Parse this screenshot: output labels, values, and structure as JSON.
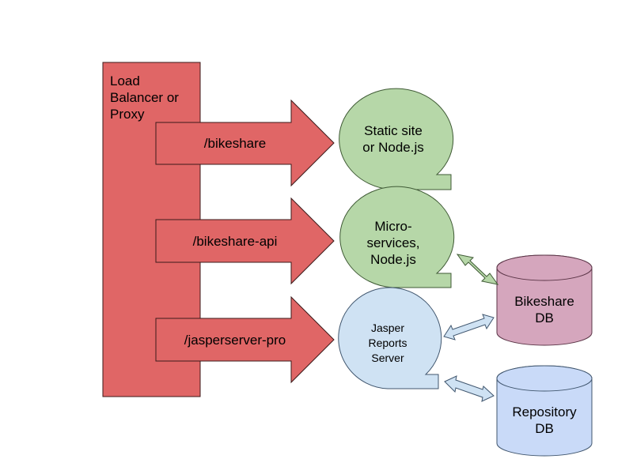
{
  "colors": {
    "red_fill": "#e06666",
    "red_stroke": "#3b1a1a",
    "green_fill": "#b6d7a8",
    "green_stroke": "#3f5a35",
    "blue_fill": "#cfe2f3",
    "blue_stroke": "#40566e",
    "pink_fill": "#d5a6bd",
    "pink_stroke": "#5a3446",
    "repo_fill": "#c9daf8"
  },
  "load_balancer": {
    "label": "Load\nBalancer or\nProxy"
  },
  "routes": [
    {
      "path": "/bikeshare"
    },
    {
      "path": "/bikeshare-api"
    },
    {
      "path": "/jasperserver-pro"
    }
  ],
  "services": [
    {
      "label": "Static site\nor Node.js"
    },
    {
      "label": "Micro-\nservices,\nNode.js"
    },
    {
      "label": "Jasper\nReports\nServer"
    }
  ],
  "databases": [
    {
      "label": "Bikeshare\nDB"
    },
    {
      "label": "Repository\nDB"
    }
  ]
}
